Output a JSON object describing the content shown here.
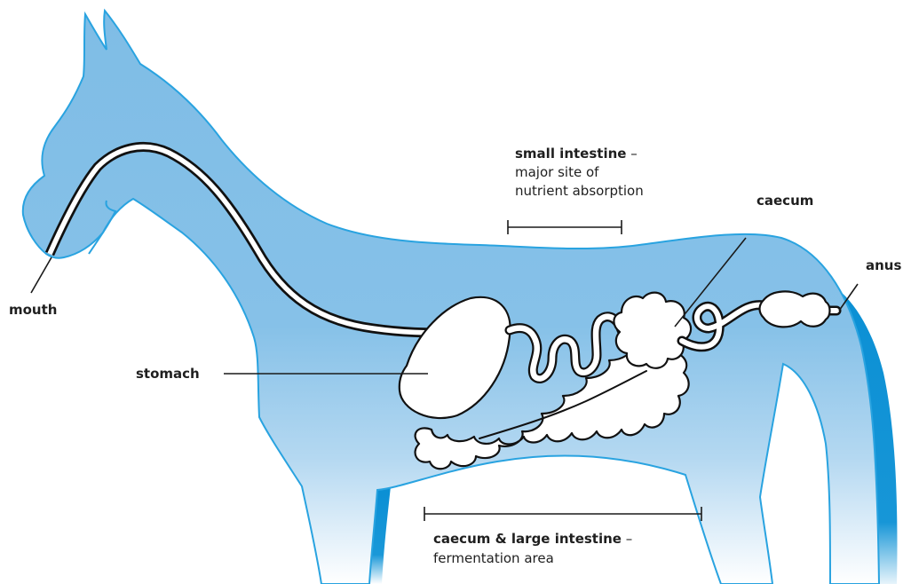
{
  "colors": {
    "horse_body_top": "#7fbde6",
    "horse_body_bottom": "#ffffff",
    "far_legs": "#0a8fd4",
    "outline": "#29a3e0",
    "organs": "#ffffff",
    "text": "#1f1f1f"
  },
  "labels": {
    "mouth": "mouth",
    "stomach": "stomach",
    "caecum": "caecum",
    "anus": "anus",
    "small_intestine_title": "small intestine",
    "small_intestine_dash": " –",
    "small_intestine_line1": "major site of",
    "small_intestine_line2": "nutrient absorption",
    "large_intestine_title": "caecum & large intestine",
    "large_intestine_dash": " –",
    "large_intestine_line1": "fermentation area"
  }
}
